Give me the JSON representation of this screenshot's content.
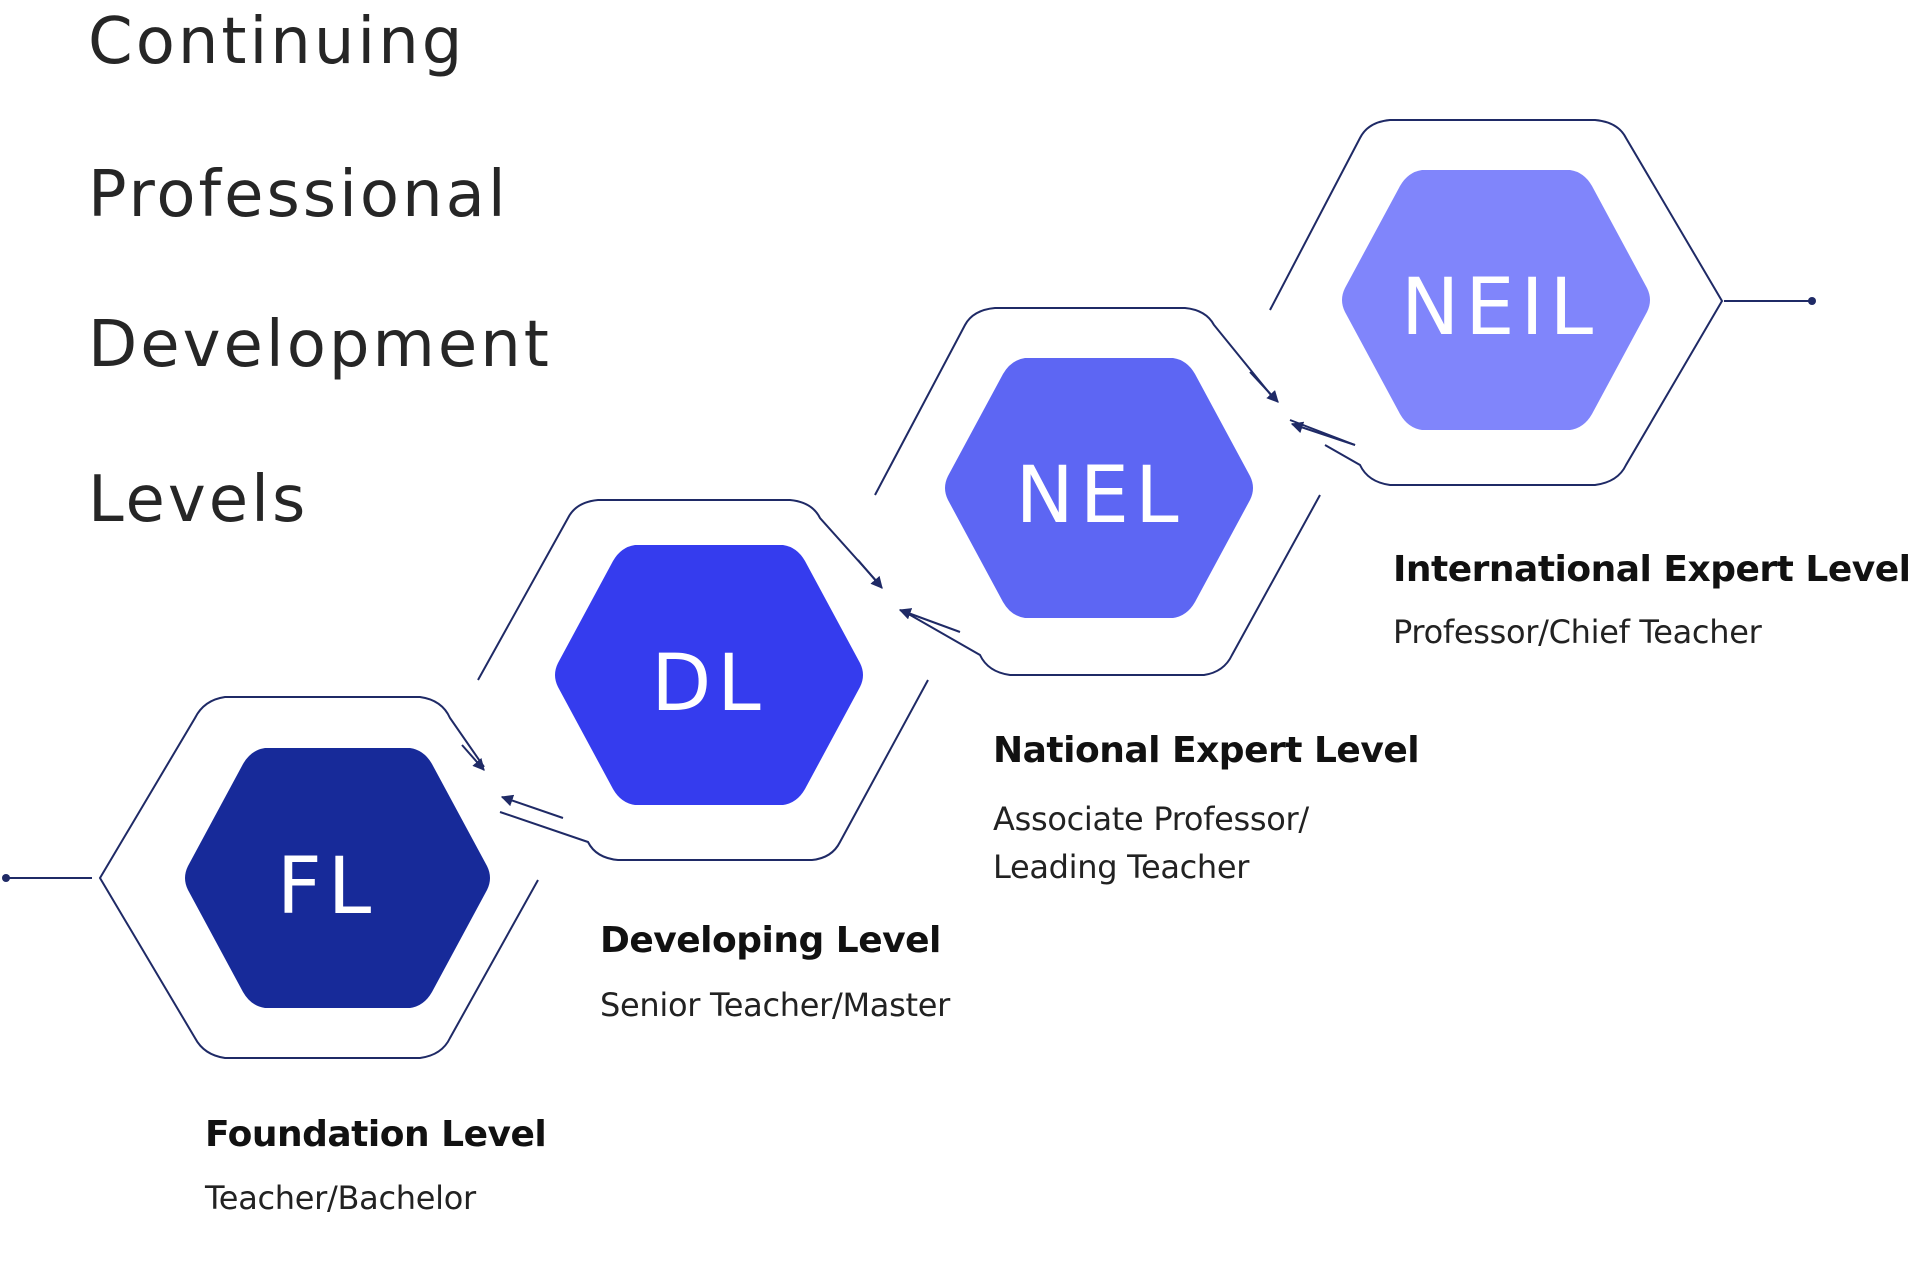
{
  "title": {
    "line1": "Continuing",
    "line2": "Professional",
    "line3": "Development",
    "line4": "Levels"
  },
  "levels": [
    {
      "code": "FL",
      "name": "Foundation Level",
      "role_line1": "Teacher/Bachelor",
      "role_line2": "",
      "color": "#172a99"
    },
    {
      "code": "DL",
      "name": "Developing Level",
      "role_line1": "Senior Teacher/Master",
      "role_line2": "",
      "color": "#353cee"
    },
    {
      "code": "NEL",
      "name": "National Expert Level",
      "role_line1": "Associate Professor/",
      "role_line2": "Leading Teacher",
      "color": "#5d66f3"
    },
    {
      "code": "NEIL",
      "name": "International Expert Level",
      "role_line1": "Professor/Chief Teacher",
      "role_line2": "",
      "color": "#8085fb"
    }
  ],
  "colors": {
    "outline": "#1f2a66",
    "text": "#111111",
    "title": "#262626"
  }
}
